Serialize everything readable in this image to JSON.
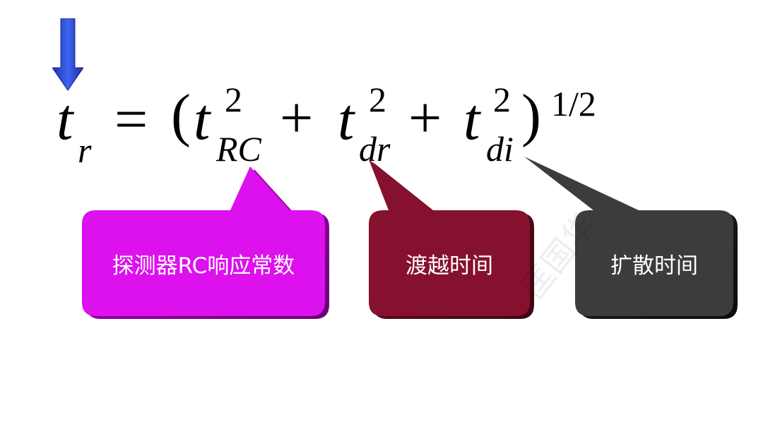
{
  "equation": {
    "lhs_var": "t",
    "lhs_sub": "r",
    "equals": "=",
    "open_paren": "(",
    "term1_var": "t",
    "term1_sup": "2",
    "term1_sub": "RC",
    "plus1": "+",
    "term2_var": "t",
    "term2_sup": "2",
    "term2_sub": "dr",
    "plus2": "+",
    "term3_var": "t",
    "term3_sup": "2",
    "term3_sub": "di",
    "close_paren": ")",
    "exponent": "1/2"
  },
  "callouts": [
    {
      "label": "探测器RC响应常数",
      "color": "#dd10ee"
    },
    {
      "label": "渡越时间",
      "color": "#85112e"
    },
    {
      "label": "扩散时间",
      "color": "#3c3c3c"
    }
  ],
  "watermark": "匡国华",
  "arrow_color": "#2a4ad6",
  "arrow_icon": "down-arrow-icon"
}
